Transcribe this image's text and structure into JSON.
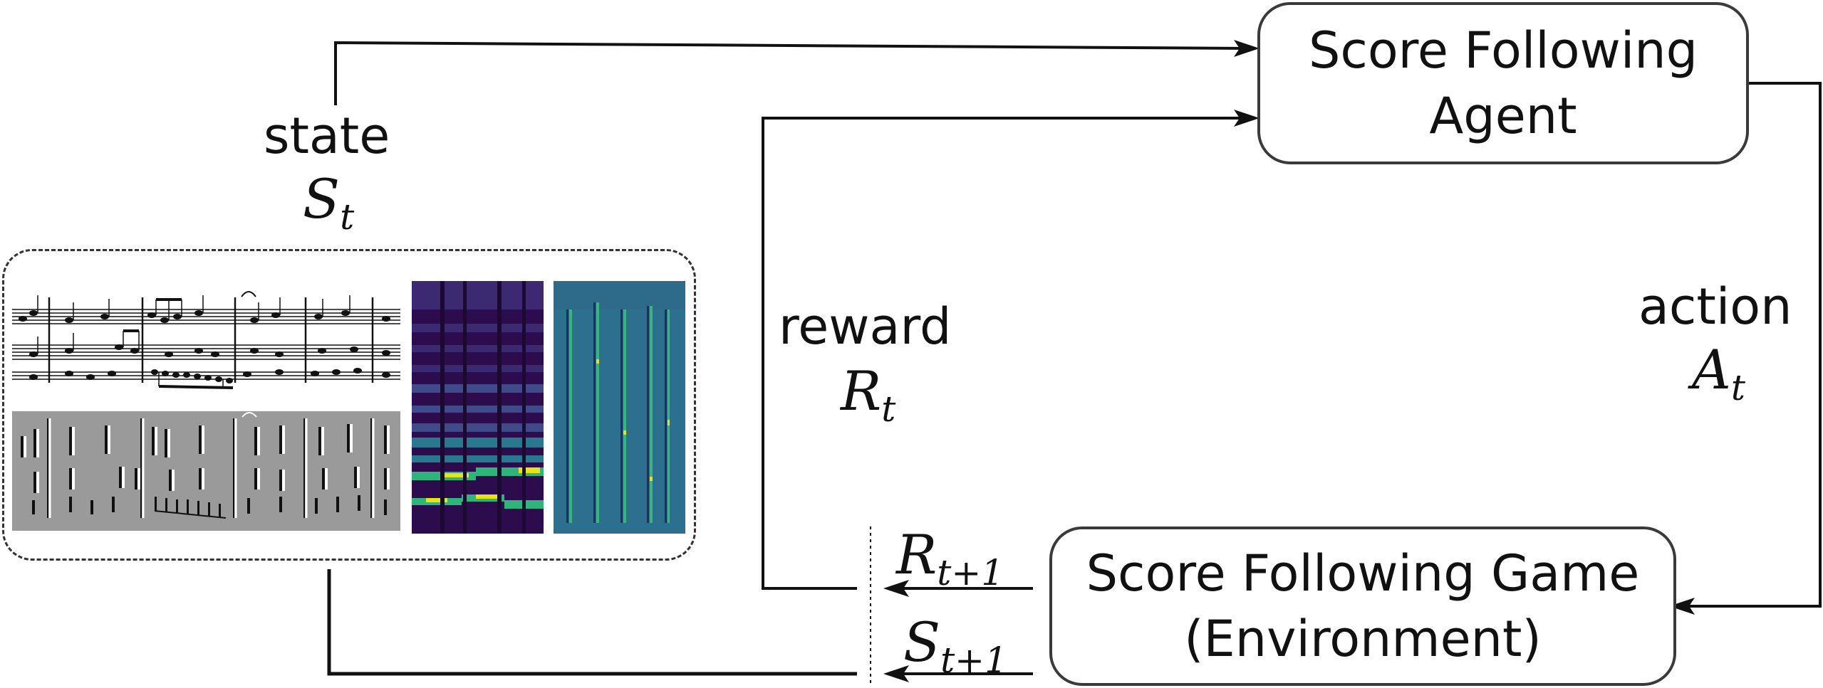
{
  "agent_box": {
    "line1": "Score Following",
    "line2": "Agent"
  },
  "env_box": {
    "line1": "Score Following Game",
    "line2": "(Environment)"
  },
  "state_label": {
    "word": "state",
    "symbol": "S",
    "subscript": "t"
  },
  "reward_label": {
    "word": "reward",
    "symbol": "R",
    "subscript": "t"
  },
  "action_label": {
    "word": "action",
    "symbol": "A",
    "subscript": "t"
  },
  "next_reward": {
    "symbol": "R",
    "subscript": "t+1"
  },
  "next_state": {
    "symbol": "S",
    "subscript": "t+1"
  },
  "colors": {
    "line": "#111111",
    "box_border": "#3a3a3a",
    "sheet_gray": "#9a9a9a",
    "spec_dark": "#2d0c4e",
    "spec_green": "#2fb47c",
    "spec_yellow": "#e6e419",
    "diff_teal": "#2c6f8e"
  },
  "icons": [
    "sheet-music-image",
    "sheet-music-difference-image",
    "spectrogram-image",
    "spectrogram-difference-image"
  ]
}
